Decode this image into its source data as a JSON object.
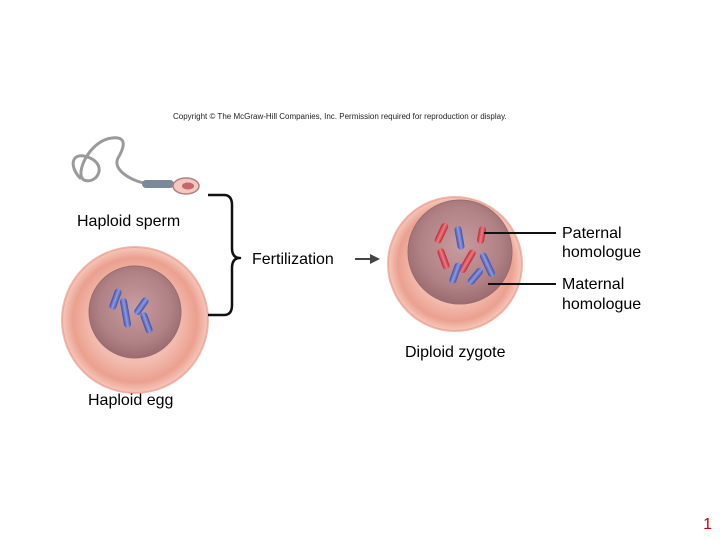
{
  "copyright": "Copyright © The McGraw-Hill Companies, Inc. Permission required for reproduction or display.",
  "labels": {
    "haploid_sperm": "Haploid sperm",
    "haploid_egg": "Haploid egg",
    "fertilization": "Fertilization",
    "diploid_zygote": "Diploid zygote",
    "paternal_1": "Paternal",
    "paternal_2": "homologue",
    "maternal_1": "Maternal",
    "maternal_2": "homologue"
  },
  "page_number": "1",
  "colors": {
    "cell_outer": "#f0b3a6",
    "cell_rim": "#e89a8a",
    "cell_inner": "#f4c7bb",
    "nucleus": "#b88a8c",
    "nucleus_edge": "#9c6f73",
    "paternal_chromosome": "#e0505a",
    "maternal_chromosome": "#6a78c8",
    "sperm_tail": "#9a9a9a",
    "page_number": "#cc0000"
  }
}
